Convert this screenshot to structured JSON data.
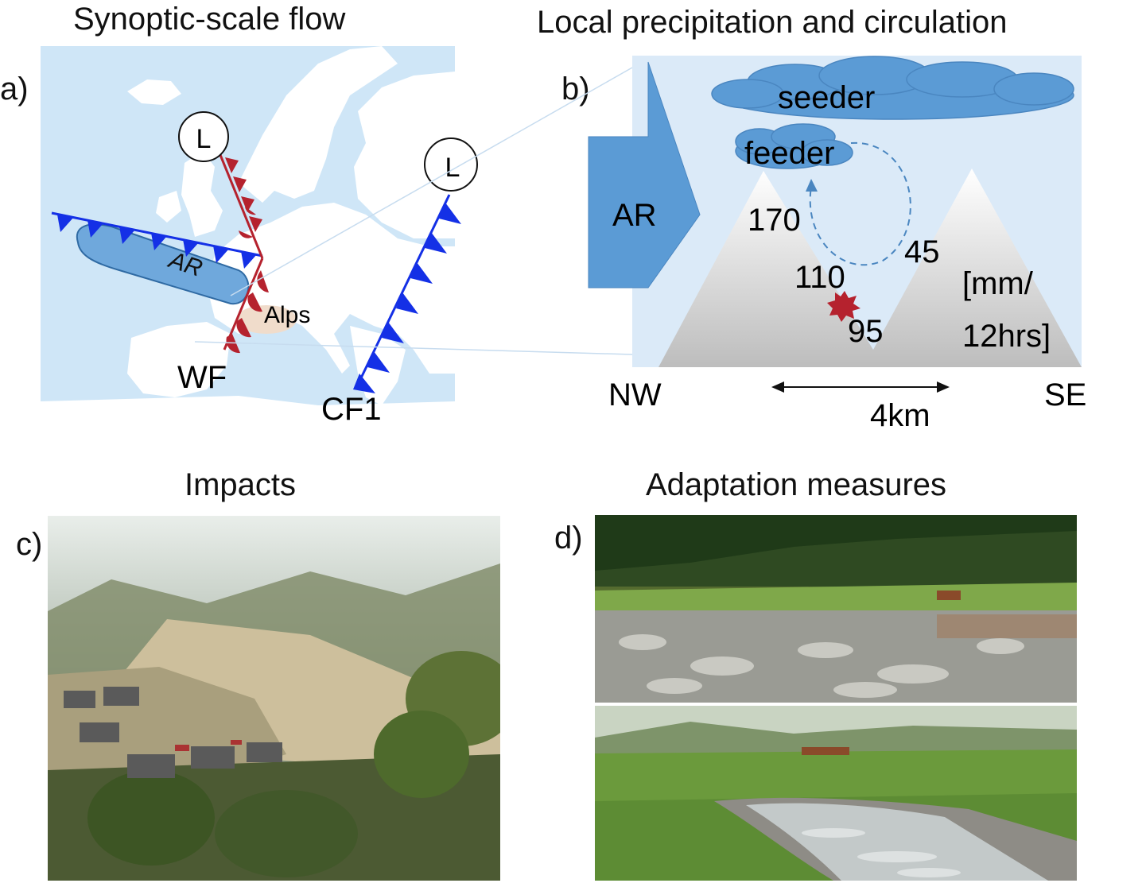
{
  "panel_a": {
    "title": "Synoptic-scale flow",
    "label": "a)",
    "low_1": "L",
    "low_2": "L",
    "ar": "AR",
    "alps": "Alps",
    "warm_front": "WF",
    "cold_front": "CF1",
    "colors": {
      "sea": "#cfe6f7",
      "land": "#ffffff",
      "cold_front": "#1430e6",
      "warm_front": "#b5222e",
      "ar": "#6fa8dc"
    }
  },
  "panel_b": {
    "title": "Local precipitation and circulation",
    "label": "b)",
    "seeder": "seeder",
    "feeder": "feeder",
    "ar": "AR",
    "values": [
      "170",
      "45",
      "110",
      "95"
    ],
    "unit_line1": "[mm/",
    "unit_line2": "12hrs]",
    "nw": "NW",
    "se": "SE",
    "distance": "4km",
    "colors": {
      "background": "#dbeaf8",
      "cloud": "#5b9bd5",
      "arrow": "#5b9bd5",
      "mountain": "#c8c8c8",
      "marker": "#b5222e"
    }
  },
  "panel_c": {
    "title": "Impacts",
    "label": "c)"
  },
  "panel_d": {
    "title": "Adaptation measures",
    "label": "d)"
  }
}
